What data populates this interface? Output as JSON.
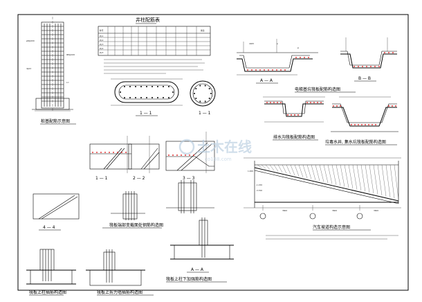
{
  "table": {
    "title": "井柱配筋表",
    "headers": [
      "柱号",
      "",
      "",
      "",
      "",
      "",
      "",
      "",
      "",
      "",
      "",
      "备注"
    ],
    "rows": [
      [
        "ZJ-1",
        "",
        "",
        "",
        "",
        "",
        "",
        "",
        "",
        "",
        "",
        ""
      ],
      [
        "ZJ-2",
        "",
        "",
        "",
        "",
        "",
        "",
        "",
        "",
        "",
        "",
        ""
      ],
      [
        "ZJ-3",
        "",
        "",
        "",
        "",
        "",
        "",
        "",
        "",
        "",
        "",
        ""
      ],
      [
        "ZJ-4",
        "",
        "",
        "",
        "",
        "",
        "",
        "",
        "",
        "",
        "",
        ""
      ],
      [
        "ZJ-5",
        "",
        "",
        "",
        "",
        "",
        "",
        "",
        "",
        "",
        "",
        ""
      ]
    ]
  },
  "labels": {
    "pile_cap": "桩基配筋示意图",
    "section_11": "1 — 1",
    "section_aa_top": "A — A",
    "section_bb": "B — B",
    "elevator_pit": "电梯基坑筏板配筋构造图",
    "drain_trench": "排水沟筏板配筋构造图",
    "sump": "垃毒水井, 集水坑筏板配筋构造图",
    "raft_slope": "筏板端部变截面处钢筋构造图",
    "ramp": "汽车坡道构造示意图",
    "col_anchor": "筏板上柱插筋构造图",
    "wall_anchor": "筏板上剪力墙插筋构造图",
    "col_strengthen": "筏板上柱下加强筋构造图",
    "section_aa_bottom": "A — A",
    "section_44": "4 — 4",
    "section_11b": "1 — 1",
    "watermark": "土木在线",
    "watermark_url": "co188.com"
  },
  "colors": {
    "line": "#000000",
    "accent": "#e00000",
    "paper": "#ffffff",
    "watermark": "#b8cde0"
  }
}
